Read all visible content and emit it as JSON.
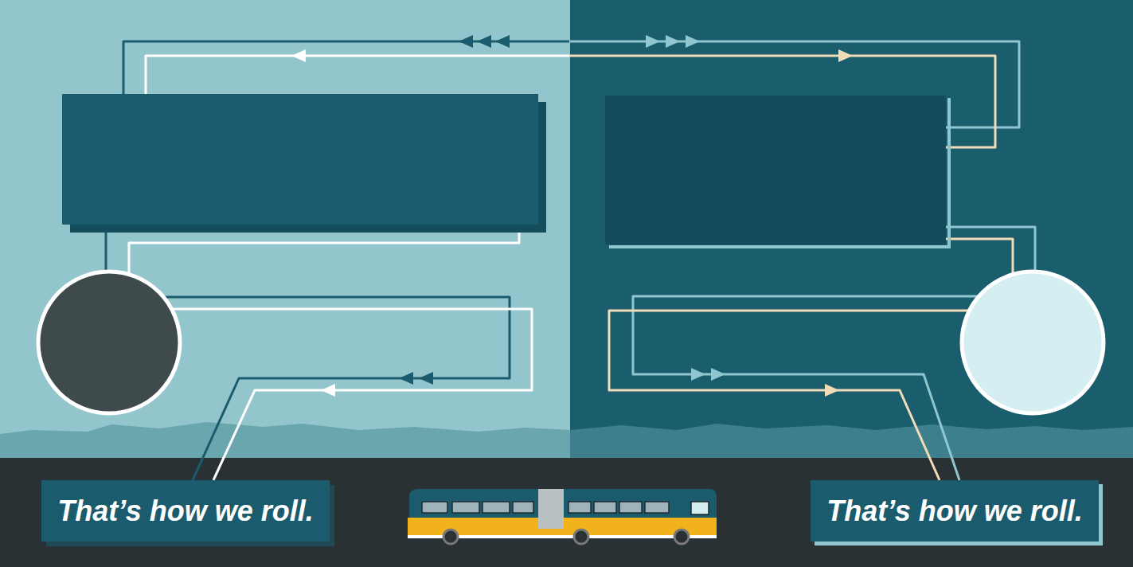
{
  "diagram": {
    "nodes": [
      {
        "text": [
          "That’s how we roll."
        ]
      },
      {
        "text": [
          "That’s how we roll."
        ]
      }
    ],
    "edges": [
      {
        "from": 0,
        "to": 1,
        "arrow": "both"
      },
      {
        "from": 0,
        "to": 1,
        "arrow": "both"
      }
    ]
  }
}
